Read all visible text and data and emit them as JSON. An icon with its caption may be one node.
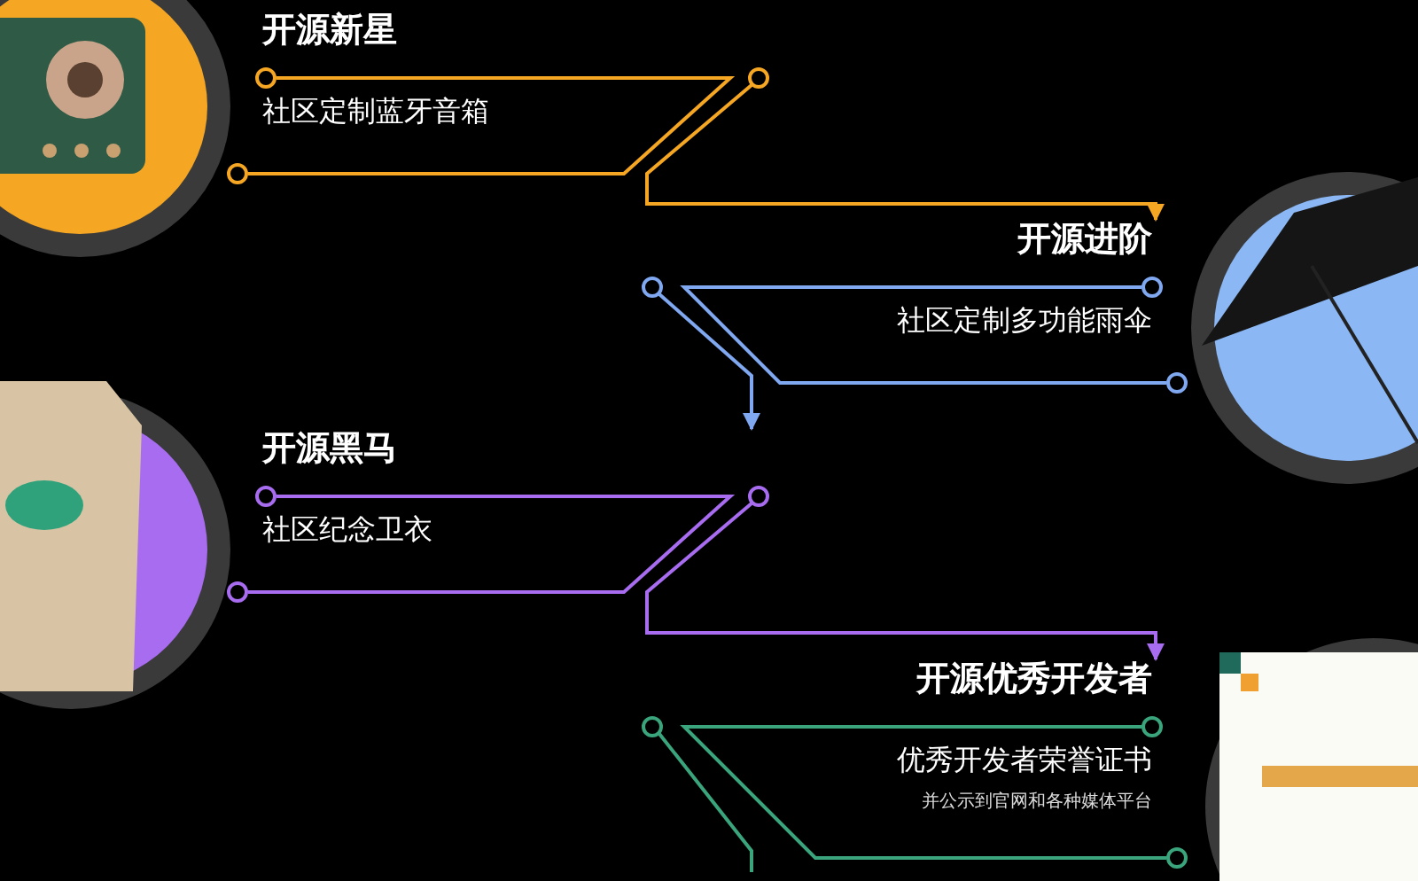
{
  "diagram": {
    "nodes": [
      {
        "text": [
          "开源新星",
          "社区定制蓝牙音箱"
        ]
      },
      {
        "text": [
          "开源进阶",
          "社区定制多功能雨伞"
        ]
      },
      {
        "text": [
          "开源黑马",
          "社区纪念卫衣"
        ]
      },
      {
        "text": [
          "开源优秀开发者",
          "优秀开发者荣誉证书",
          "并公示到官网和各种媒体平台"
        ]
      }
    ],
    "edges": [
      {
        "from": 0,
        "to": 1,
        "arrow": "to",
        "color": "#f5a623"
      },
      {
        "from": 1,
        "to": 2,
        "arrow": "to",
        "color": "#7fa8f0"
      },
      {
        "from": 2,
        "to": 3,
        "arrow": "to",
        "color": "#a86cf0"
      }
    ]
  }
}
